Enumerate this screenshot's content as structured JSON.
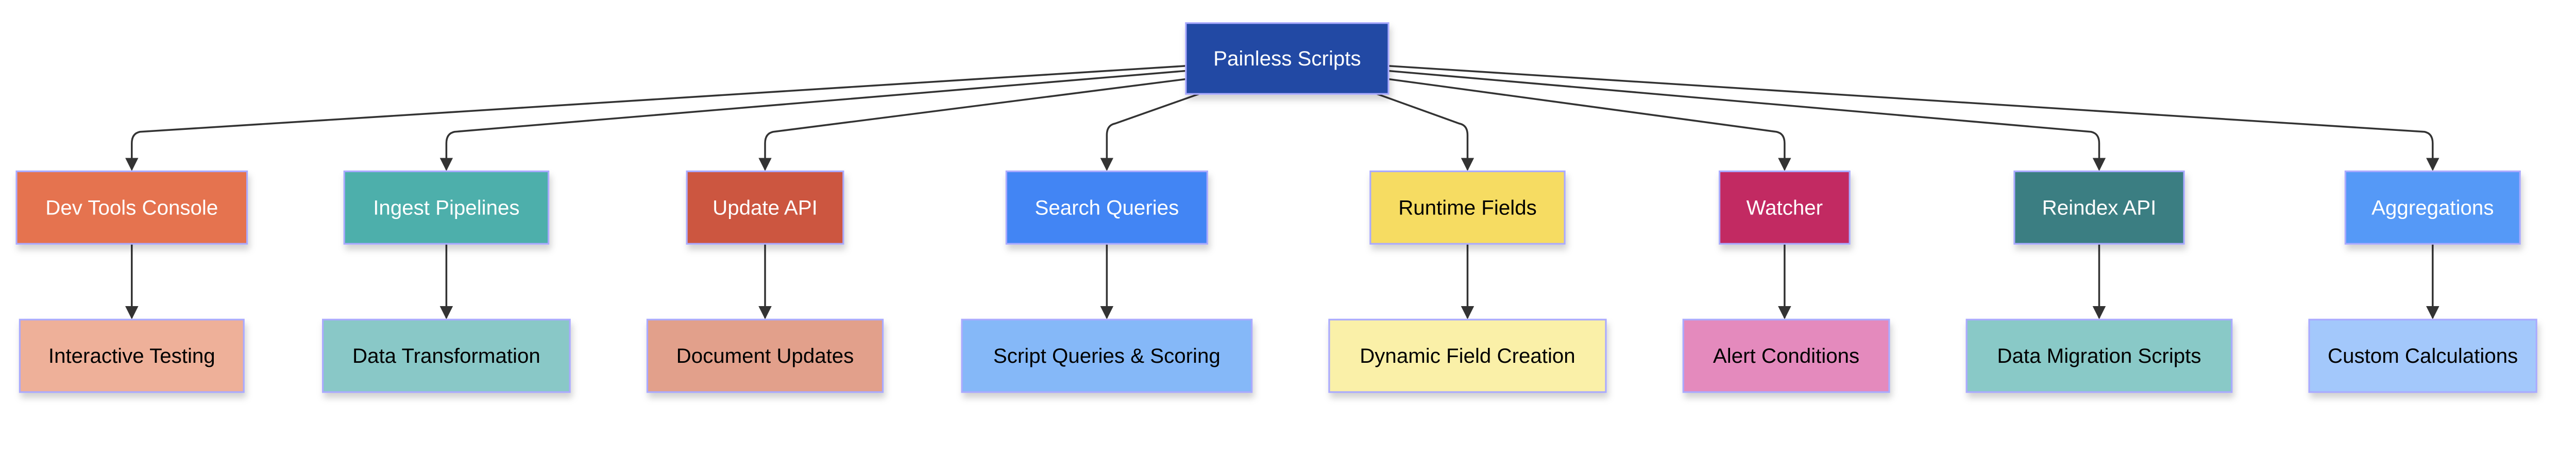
{
  "root": {
    "label": "Painless Scripts",
    "fill": "#2349A4",
    "text_color": "#ffffff"
  },
  "branches": [
    {
      "label": "Dev Tools Console",
      "fill": "#E5734F",
      "text_color": "#ffffff",
      "child": {
        "label": "Interactive Testing",
        "fill": "#EEB099",
        "text_color": "#000000"
      }
    },
    {
      "label": "Ingest Pipelines",
      "fill": "#4DAFAB",
      "text_color": "#ffffff",
      "child": {
        "label": "Data Transformation",
        "fill": "#89C8C7",
        "text_color": "#000000"
      }
    },
    {
      "label": "Update API",
      "fill": "#CC5740",
      "text_color": "#ffffff",
      "child": {
        "label": "Document Updates",
        "fill": "#E2A08B",
        "text_color": "#000000"
      }
    },
    {
      "label": "Search Queries",
      "fill": "#4285F4",
      "text_color": "#ffffff",
      "child": {
        "label": "Script Queries & Scoring",
        "fill": "#85B8F8",
        "text_color": "#000000"
      }
    },
    {
      "label": "Runtime Fields",
      "fill": "#F6DC62",
      "text_color": "#000000",
      "child": {
        "label": "Dynamic Field Creation",
        "fill": "#FAF0A8",
        "text_color": "#000000"
      }
    },
    {
      "label": "Watcher",
      "fill": "#C22A62",
      "text_color": "#ffffff",
      "child": {
        "label": "Alert Conditions",
        "fill": "#E48ABD",
        "text_color": "#000000"
      }
    },
    {
      "label": "Reindex API",
      "fill": "#3A7E82",
      "text_color": "#ffffff",
      "child": {
        "label": "Data Migration Scripts",
        "fill": "#89C9C7",
        "text_color": "#000000"
      }
    },
    {
      "label": "Aggregations",
      "fill": "#5599F7",
      "text_color": "#ffffff",
      "child": {
        "label": "Custom Calculations",
        "fill": "#A3C8FB",
        "text_color": "#000000"
      }
    }
  ]
}
